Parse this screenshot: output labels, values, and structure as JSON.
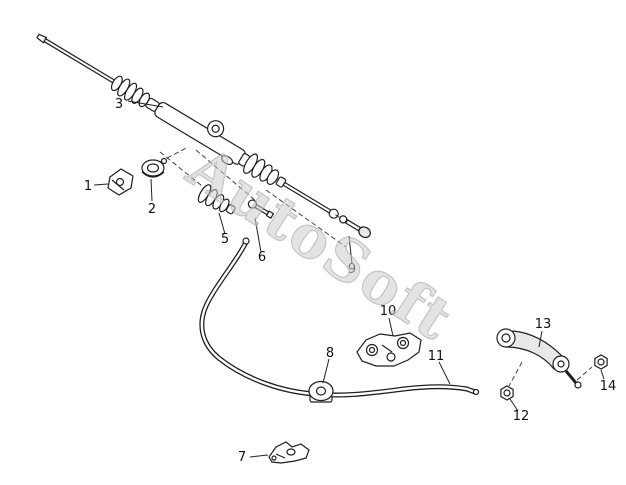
{
  "watermark": "AutoSoft",
  "labels": [
    "1",
    "2",
    "3",
    "5",
    "6",
    "7",
    "8",
    "9",
    "10",
    "11",
    "12",
    "13",
    "14"
  ],
  "colors": {
    "line": "#1f1f1f",
    "part-fill": "#ffffff",
    "part-shade": "#e8e8e8",
    "watermark-fill": "#cccccc",
    "watermark-stroke": "#a8a8a8",
    "background": "#ffffff",
    "label-text": "#111111"
  }
}
